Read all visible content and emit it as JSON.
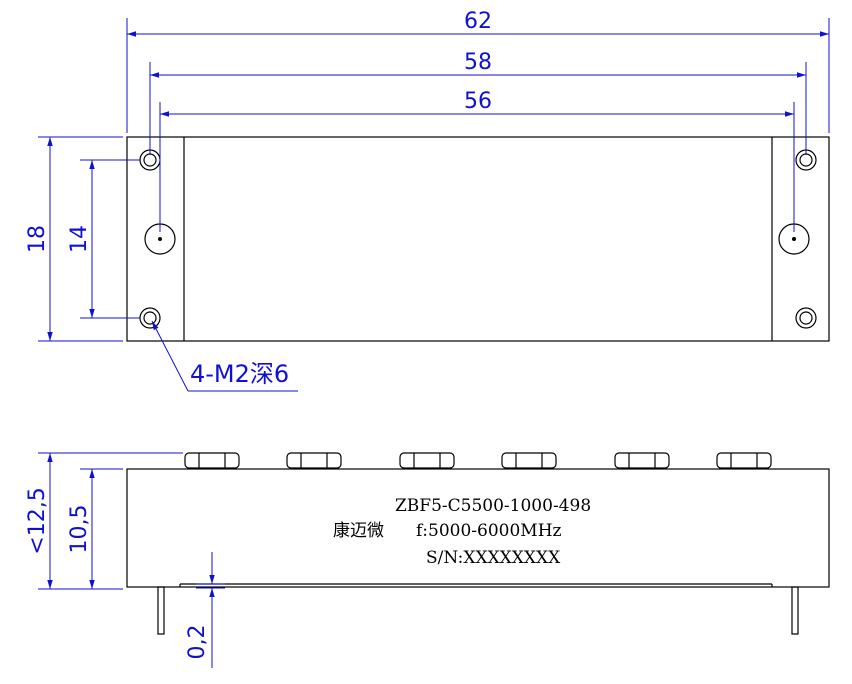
{
  "colors": {
    "dimension": "#1010d0",
    "outline": "#000000",
    "background": "#ffffff"
  },
  "dimensions": {
    "width_overall": "62",
    "width_mount": "58",
    "width_cover": "56",
    "height_overall": "18",
    "height_mount": "14",
    "side_height_overall": "<12,5",
    "side_height_body": "10,5",
    "standoff": "0,2"
  },
  "callout": {
    "holes": "4-M2深6"
  },
  "nameplate": {
    "model": "ZBF5-C5500-1000-498",
    "brand": "康迈微",
    "frequency": "f:5000-6000MHz",
    "serial": "S/N:XXXXXXXX"
  }
}
